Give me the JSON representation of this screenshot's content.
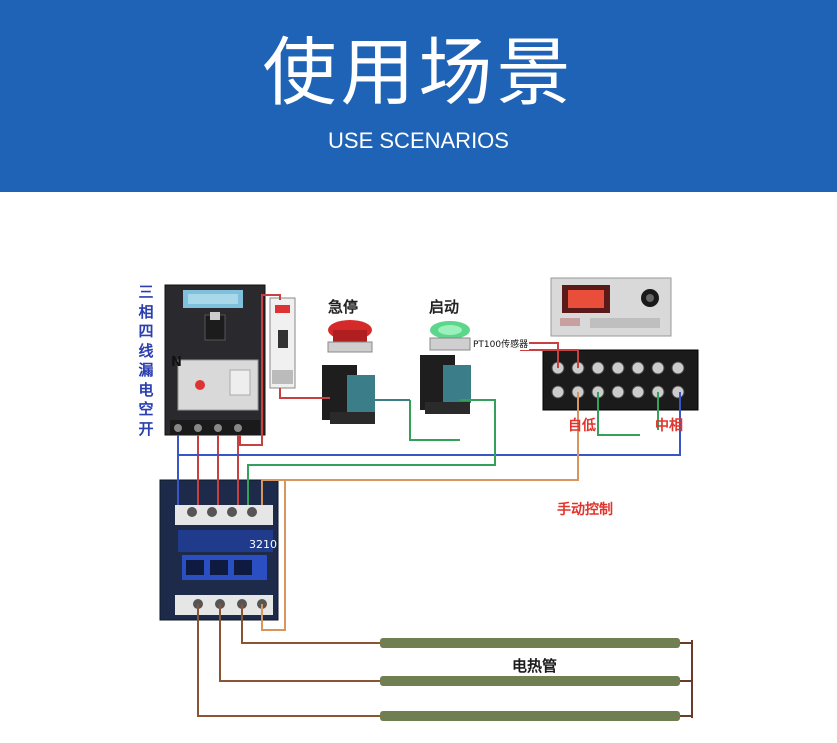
{
  "banner": {
    "title": "使用场景",
    "subtitle": "USE SCENARIOS",
    "color": "#1f63b6"
  },
  "diagram": {
    "breaker_label": "三相四线漏电空开",
    "neutral_terminal": "N",
    "stop_button_label": "急停",
    "start_button_label": "启动",
    "sensor_label": "PT100传感器",
    "terminal_label_auto": "自低",
    "terminal_label_neutral": "中相",
    "manual_control_label": "手动控制",
    "contactor_code": "3210",
    "heater_label": "电热管",
    "wire_colors": {
      "blue": "#3a55c8",
      "red": "#c94040",
      "green": "#35a05a",
      "orange": "#d7965f",
      "brown": "#8a5533"
    }
  }
}
